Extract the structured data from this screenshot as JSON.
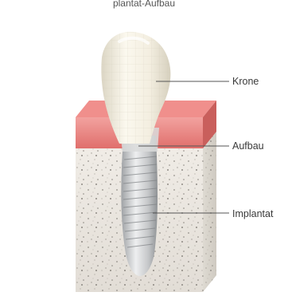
{
  "caption_fragment": "plantat-Aufbau",
  "labels": {
    "crown": "Krone",
    "abutment": "Aufbau",
    "implant": "Implantat"
  },
  "colors": {
    "gum": "#e27d7b",
    "bone": "#e9e5df",
    "crown": "#f1ecde",
    "implant": "#c8c9ca",
    "leader": "#555555"
  }
}
